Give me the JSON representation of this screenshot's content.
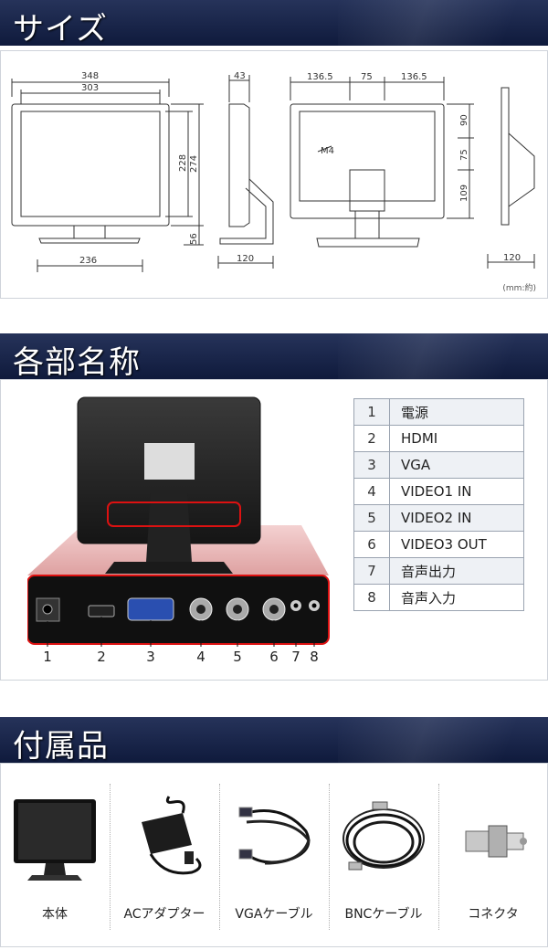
{
  "sections": {
    "size": {
      "title": "サイズ"
    },
    "parts": {
      "title": "各部名称"
    },
    "accessories": {
      "title": "付属品"
    }
  },
  "dimensions": {
    "front_width_outer": "348",
    "front_width_screen": "303",
    "front_height_screen": "228",
    "front_height_outer": "274",
    "stand_height": "56",
    "base_width": "236",
    "side_depth_top": "43",
    "side_base_depth": "120",
    "rear_width_left": "136.5",
    "rear_width_mid": "75",
    "rear_width_right": "136.5",
    "rear_height_top": "90",
    "rear_height_mid": "75",
    "rear_height_bottom": "109",
    "rear_screw_label": "M4",
    "side2_base_depth": "120",
    "unit_note": "(mm:約)"
  },
  "parts_list": [
    {
      "num": "1",
      "name": "電源"
    },
    {
      "num": "2",
      "name": "HDMI"
    },
    {
      "num": "3",
      "name": "VGA"
    },
    {
      "num": "4",
      "name": "VIDEO1 IN"
    },
    {
      "num": "5",
      "name": "VIDEO2 IN"
    },
    {
      "num": "6",
      "name": "VIDEO3 OUT"
    },
    {
      "num": "7",
      "name": "音声出力"
    },
    {
      "num": "8",
      "name": "音声入力"
    }
  ],
  "port_numbers": [
    "1",
    "2",
    "3",
    "4",
    "5",
    "6",
    "7",
    "8"
  ],
  "accessories": [
    {
      "label": "本体",
      "icon": "monitor-icon"
    },
    {
      "label": "ACアダプター",
      "icon": "ac-adapter-icon"
    },
    {
      "label": "VGAケーブル",
      "icon": "vga-cable-icon"
    },
    {
      "label": "BNCケーブル",
      "icon": "bnc-cable-icon"
    },
    {
      "label": "コネクタ",
      "icon": "connector-icon"
    }
  ]
}
